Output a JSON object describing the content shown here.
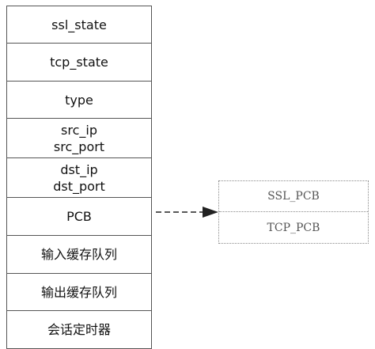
{
  "session_struct": {
    "fields": [
      [
        "ssl_state"
      ],
      [
        "tcp_state"
      ],
      [
        "type"
      ],
      [
        "src_ip",
        "src_port"
      ],
      [
        "dst_ip",
        "dst_port"
      ],
      [
        "PCB"
      ],
      [
        "输入缓存队列"
      ],
      [
        "输出缓存队列"
      ],
      [
        "会话定时器"
      ]
    ]
  },
  "pcb_struct": {
    "rows": [
      "SSL_PCB",
      "TCP_PCB"
    ]
  }
}
